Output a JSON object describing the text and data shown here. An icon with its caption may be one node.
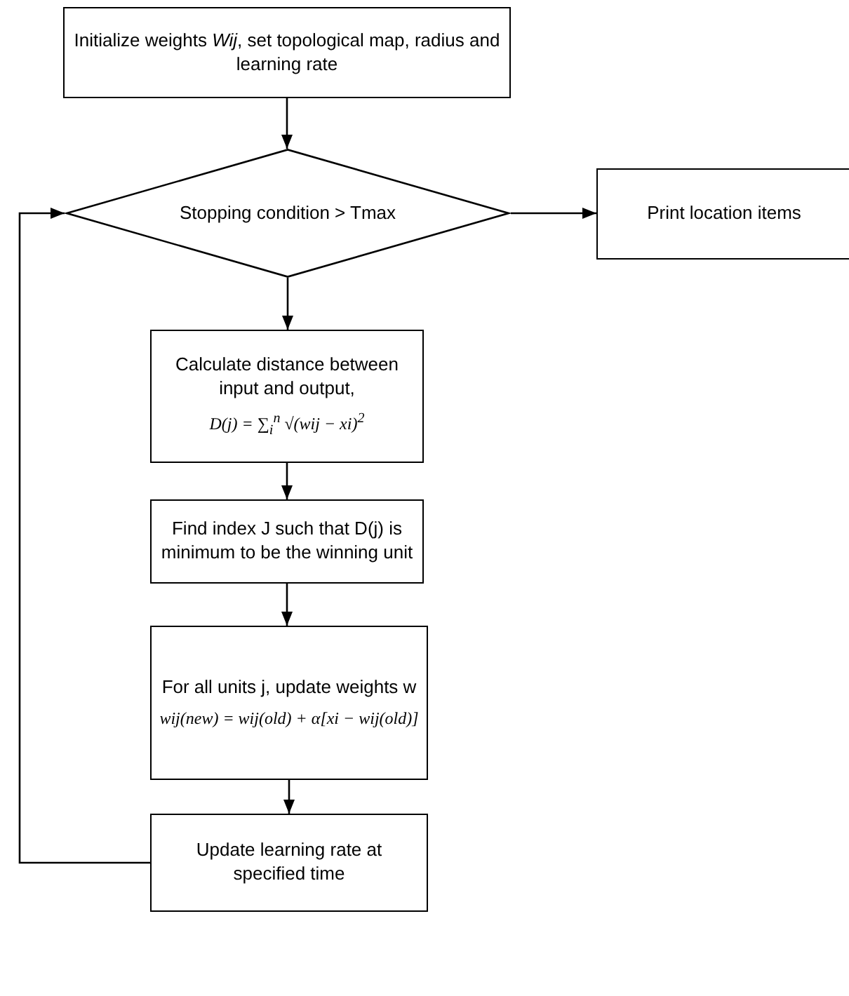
{
  "diagram": {
    "nodes": [
      {
        "text": [
          "Initialize weights *Wij*, set topological map, radius and learning rate"
        ]
      },
      {
        "text": [
          "Stopping condition > Tmax"
        ]
      },
      {
        "text": [
          "Print location items"
        ]
      },
      {
        "text": [
          "Calculate distance between input and output,",
          "D(j) = ∑$_{i}$$^{n}$ √(wij − xi)$^{2}$"
        ]
      },
      {
        "text": [
          "Find index J such that D(j) is minimum to be the winning unit"
        ]
      },
      {
        "text": [
          "For all units j, update weights w",
          "wij(new) = wij(old) + α[xi − wij(old)]"
        ]
      },
      {
        "text": [
          "Update learning rate at specified time"
        ]
      }
    ],
    "edges": [
      {
        "from": 0,
        "to": 1,
        "arrow": "to"
      },
      {
        "from": 1,
        "to": 2,
        "arrow": "to"
      },
      {
        "from": 1,
        "to": 3,
        "arrow": "to"
      },
      {
        "from": 3,
        "to": 4,
        "arrow": "to"
      },
      {
        "from": 4,
        "to": 5,
        "arrow": "to"
      },
      {
        "from": 5,
        "to": 6,
        "arrow": "to"
      },
      {
        "from": 6,
        "to": 1,
        "arrow": "to"
      }
    ]
  }
}
